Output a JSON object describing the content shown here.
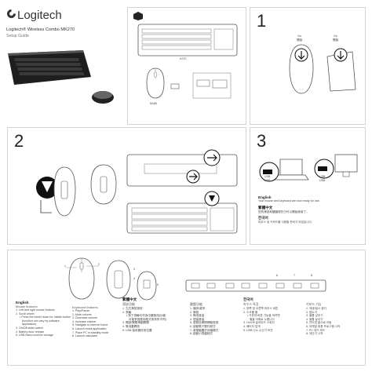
{
  "brand": {
    "name": "Logitech",
    "trademark": "®"
  },
  "product": {
    "title": "Logitech® Wireless Combo MK270",
    "guide": "Setup Guide"
  },
  "box": {
    "keyboard_label": "K270",
    "mouse_label": "M185"
  },
  "steps": {
    "one": "1",
    "two": "2",
    "three": "3"
  },
  "power": {
    "on1": "On",
    "on1_sub": "開啟",
    "on2": "On",
    "on2_sub": "開啟"
  },
  "usb": {
    "label1": "USB",
    "label1_sub": "USB",
    "label2": "USB",
    "label2_sub": "USB"
  },
  "ready": {
    "en_title": "English",
    "en_text": "Your mouse and keyboard are now ready for use.",
    "tc_title": "繁體中文",
    "tc_text": "您的滑鼠和鍵盤現在已可以開始使用了。",
    "kr_title": "한국어",
    "kr_text": "마우스 및 키보드를 사용할 준비가 되었습니다."
  },
  "features": {
    "en": {
      "title": "English",
      "mouse_title": "Mouse features",
      "mouse_items": [
        "1. Left and right mouse buttons",
        "2. Scroll wheel",
        "• Press the wheel down for middle button",
        "(function can vary by software",
        "application)",
        "3. On/Off slider switch",
        "4. Battery door release",
        "5. USB Nano-receiver storage"
      ],
      "kb_title": "Keyboard features",
      "kb_items": [
        "1. Play/Pause",
        "2. Mute volume",
        "3. Decrease volume",
        "4. Increase volume",
        "5. Navigate to Internet home",
        "6. Launch email application",
        "7. Place PC in standby mode",
        "8. Launch calculator"
      ]
    },
    "tc": {
      "title": "繁體中文",
      "mouse_title": "滑鼠功能",
      "mouse_items": [
        "1. 左右滑鼠按鈕",
        "2. 滾輪",
        "• 按下滾輪可作為中鍵使用(功能",
        "可能會因應用程式而有所不同)",
        "3. 開啟/關閉滑動開關",
        "4. 電池蓋釋放",
        "5. USB 接收器存放位置"
      ],
      "kb_title": "鍵盤功能",
      "kb_items": [
        "1. 播放/暫停",
        "2. 靜音",
        "3. 降低音量",
        "4. 提高音量",
        "5. 瀏覽至網際網路首頁",
        "6. 啟動電子郵件程式",
        "7. 將電腦置於待機模式",
        "8. 啟動小算盤程式"
      ]
    },
    "kr": {
      "title": "한국어",
      "mouse_title": "마우스 특징",
      "mouse_items": [
        "1. 왼쪽 및 오른쪽 마우스 버튼",
        "2. 스크롤 휠",
        "• 가운데 버튼 기능을 하려면",
        "휠을 아래로 누릅니다",
        "3. On/Off 슬라이드 스위치",
        "4. 배터리 덮개",
        "5. USB 나노 수신기 보관"
      ],
      "kb_title": "키보드 기능",
      "kb_items": [
        "1. 재생/일시 중지",
        "2. 음소거",
        "3. 볼륨 낮추기",
        "4. 볼륨 높이기",
        "5. 인터넷 홈으로 이동",
        "6. 이메일 응용 프로그램 시작",
        "7. PC 대기 모드",
        "8. 계산기 시작"
      ]
    }
  },
  "callouts": {
    "n1": "1",
    "n2": "2",
    "n3": "3",
    "n4": "4",
    "n5": "5",
    "n6": "6",
    "n7": "7",
    "n8": "8"
  },
  "colors": {
    "accent": "#111111",
    "border": "#d4d4d4",
    "keyboard": "#2b2b2b"
  }
}
